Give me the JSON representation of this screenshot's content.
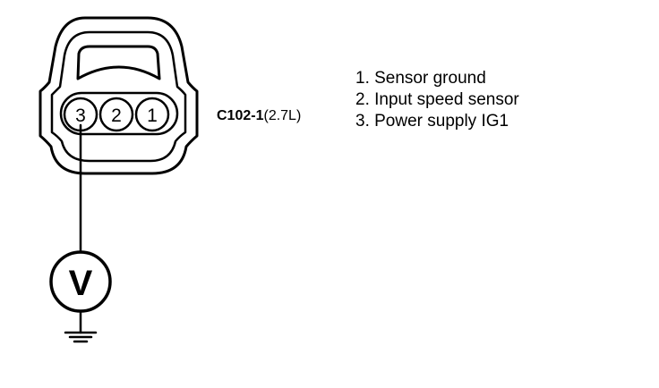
{
  "connector": {
    "id": "C102-1",
    "variant": "(2.7L)",
    "pins": [
      {
        "number": "3"
      },
      {
        "number": "2"
      },
      {
        "number": "1"
      }
    ]
  },
  "meter": {
    "letter": "V"
  },
  "legend": [
    {
      "text": "1. Sensor ground"
    },
    {
      "text": "2. Input speed sensor"
    },
    {
      "text": "3. Power supply IG1"
    }
  ]
}
